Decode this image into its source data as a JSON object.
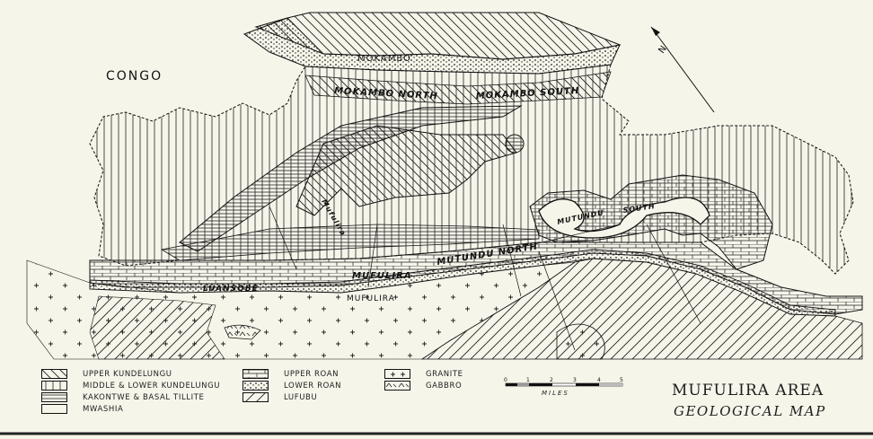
{
  "map": {
    "title": "MUFULIRA AREA",
    "subtitle": "GEOLOGICAL MAP",
    "north_arrow_label": "N",
    "place_labels": {
      "congo": "CONGO",
      "mokambo": "MOKAMBO",
      "mokambo_north": "MOKAMBO NORTH",
      "mokambo_south": "MOKAMBO SOUTH",
      "mufulira_vertical": "Mufulira",
      "mutundu": "MUTUNDU",
      "south": "SOUTH",
      "mutundu_north": "MUTUNDU NORTH",
      "mufulira": "MUFULIRA",
      "luansobe": "LUANSOBE",
      "mufulira_town": "MUFULIRA"
    }
  },
  "legend": [
    {
      "label": "UPPER KUNDELUNGU",
      "pattern": "diagonal-back"
    },
    {
      "label": "MIDDLE & LOWER KUNDELUNGU",
      "pattern": "vertical"
    },
    {
      "label": "KAKONTWE & BASAL TILLITE",
      "pattern": "horizontal-dense"
    },
    {
      "label": "MWASHIA",
      "pattern": "blank"
    },
    {
      "label": "UPPER ROAN",
      "pattern": "brick"
    },
    {
      "label": "LOWER ROAN",
      "pattern": "dots"
    },
    {
      "label": "LUFUBU",
      "pattern": "diagonal-forward"
    },
    {
      "label": "GRANITE",
      "pattern": "plus"
    },
    {
      "label": "GABBRO",
      "pattern": "gabbro"
    }
  ],
  "scale_bar": {
    "ticks": [
      "0",
      "1",
      "2",
      "3",
      "4",
      "5"
    ],
    "unit": "MILES"
  },
  "colors": {
    "paper": "#f6f5ea",
    "ink": "#111111"
  }
}
